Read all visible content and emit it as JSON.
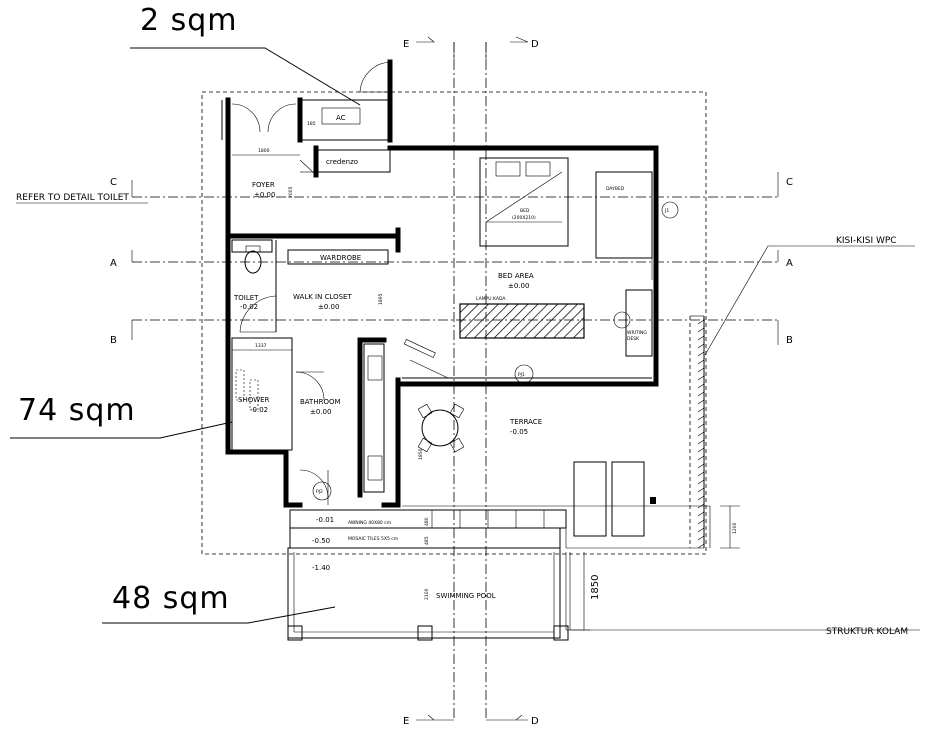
{
  "areas": {
    "a1": "2  sqm",
    "a2": "74  sqm",
    "a3": "48  sqm"
  },
  "sections": {
    "e_top": "E",
    "d_top": "D",
    "e_bottom": "E",
    "d_bottom": "D",
    "c_left": "C",
    "c_right": "C",
    "a_left": "A",
    "a_right": "A",
    "b_left": "B",
    "b_right": "B"
  },
  "callouts": {
    "refer_toilet": "REFER TO DETAIL TOILET",
    "kisi": "KISI-KISI WPC",
    "struktur": "STRUKTUR KOLAM"
  },
  "rooms": {
    "ac": "AC",
    "credenza": "credenzo",
    "foyer": "FOYER",
    "foyer_lvl": "±0.00",
    "wardrobe": "WARDROBE",
    "toilet": "TOILET",
    "toilet_lvl": "-0.02",
    "walkin": "WALK IN CLOSET",
    "walkin_lvl": "±0.00",
    "shower": "SHOWER",
    "shower_lvl": "-0.02",
    "bathroom": "BATHROOM",
    "bathroom_lvl": "±0.00",
    "bed": "BED",
    "bed_size": "(200X210)",
    "daybed": "DAYBED",
    "bedarea": "BED AREA",
    "bedarea_lvl": "±0.00",
    "lampu": "LAMPU KADA",
    "desk1": "WRITING",
    "desk2": "DESK",
    "terrace": "TERRACE",
    "terrace_lvl": "-0.05",
    "pool": "SWIMMING POOL",
    "lvl1": "-0.01",
    "lvl2": "-0.50",
    "lvl3": "-1.40",
    "tile1": "AWNING 40X80 cm",
    "tile2": "MOSAIC TILES 5X5 cm"
  },
  "tags": {
    "j1": "J1",
    "pj1": "PJ1",
    "pj2": "PJ2"
  },
  "dims": {
    "d1800": "1800",
    "d185": "185",
    "d2005": "2005",
    "d1895": "1895",
    "d1337": "1337",
    "d1850a": "1850",
    "d1850b": "1850",
    "d1200": "1200",
    "d480": "480",
    "d485": "485",
    "d2100": "2100"
  }
}
